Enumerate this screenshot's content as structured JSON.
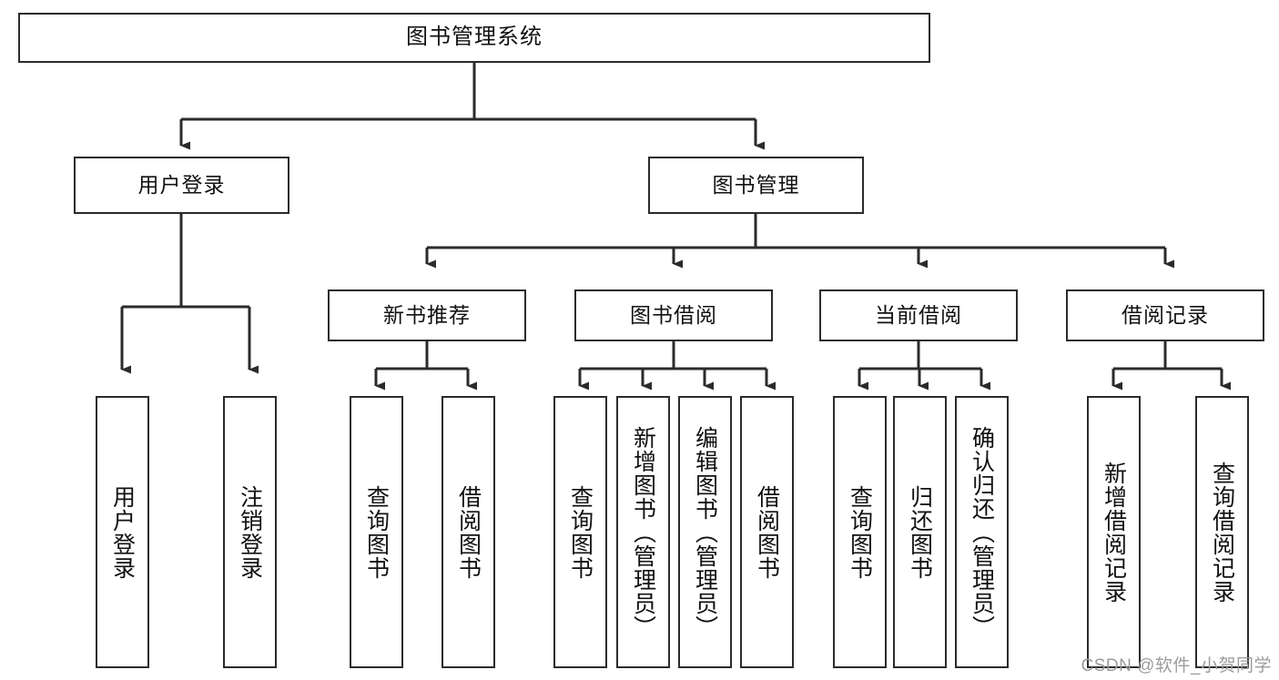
{
  "diagram": {
    "title": "图书管理系统",
    "watermark": "CSDN @软件_小贺同学",
    "colors": {
      "stroke": "#2b2b2b",
      "fill": "#ffffff",
      "text": "#111111",
      "watermark": "#9c9c9c"
    },
    "root": {
      "label": "图书管理系统"
    },
    "level2": [
      {
        "label": "用户登录"
      },
      {
        "label": "图书管理"
      }
    ],
    "level3": [
      {
        "label": "新书推荐"
      },
      {
        "label": "图书借阅"
      },
      {
        "label": "当前借阅"
      },
      {
        "label": "借阅记录"
      }
    ],
    "leaves": {
      "user_login": [
        {
          "label": "用户登录"
        },
        {
          "label": "注销登录"
        }
      ],
      "new_book_recommend": [
        {
          "label": "查询图书"
        },
        {
          "label": "借阅图书"
        }
      ],
      "book_borrow": [
        {
          "label": "查询图书"
        },
        {
          "label": "新增图书（管理员）"
        },
        {
          "label": "编辑图书（管理员）"
        },
        {
          "label": "借阅图书"
        }
      ],
      "current_borrow": [
        {
          "label": "查询图书"
        },
        {
          "label": "归还图书"
        },
        {
          "label": "确认归还（管理员）"
        }
      ],
      "borrow_record": [
        {
          "label": "新增借阅记录"
        },
        {
          "label": "查询借阅记录"
        }
      ]
    }
  }
}
